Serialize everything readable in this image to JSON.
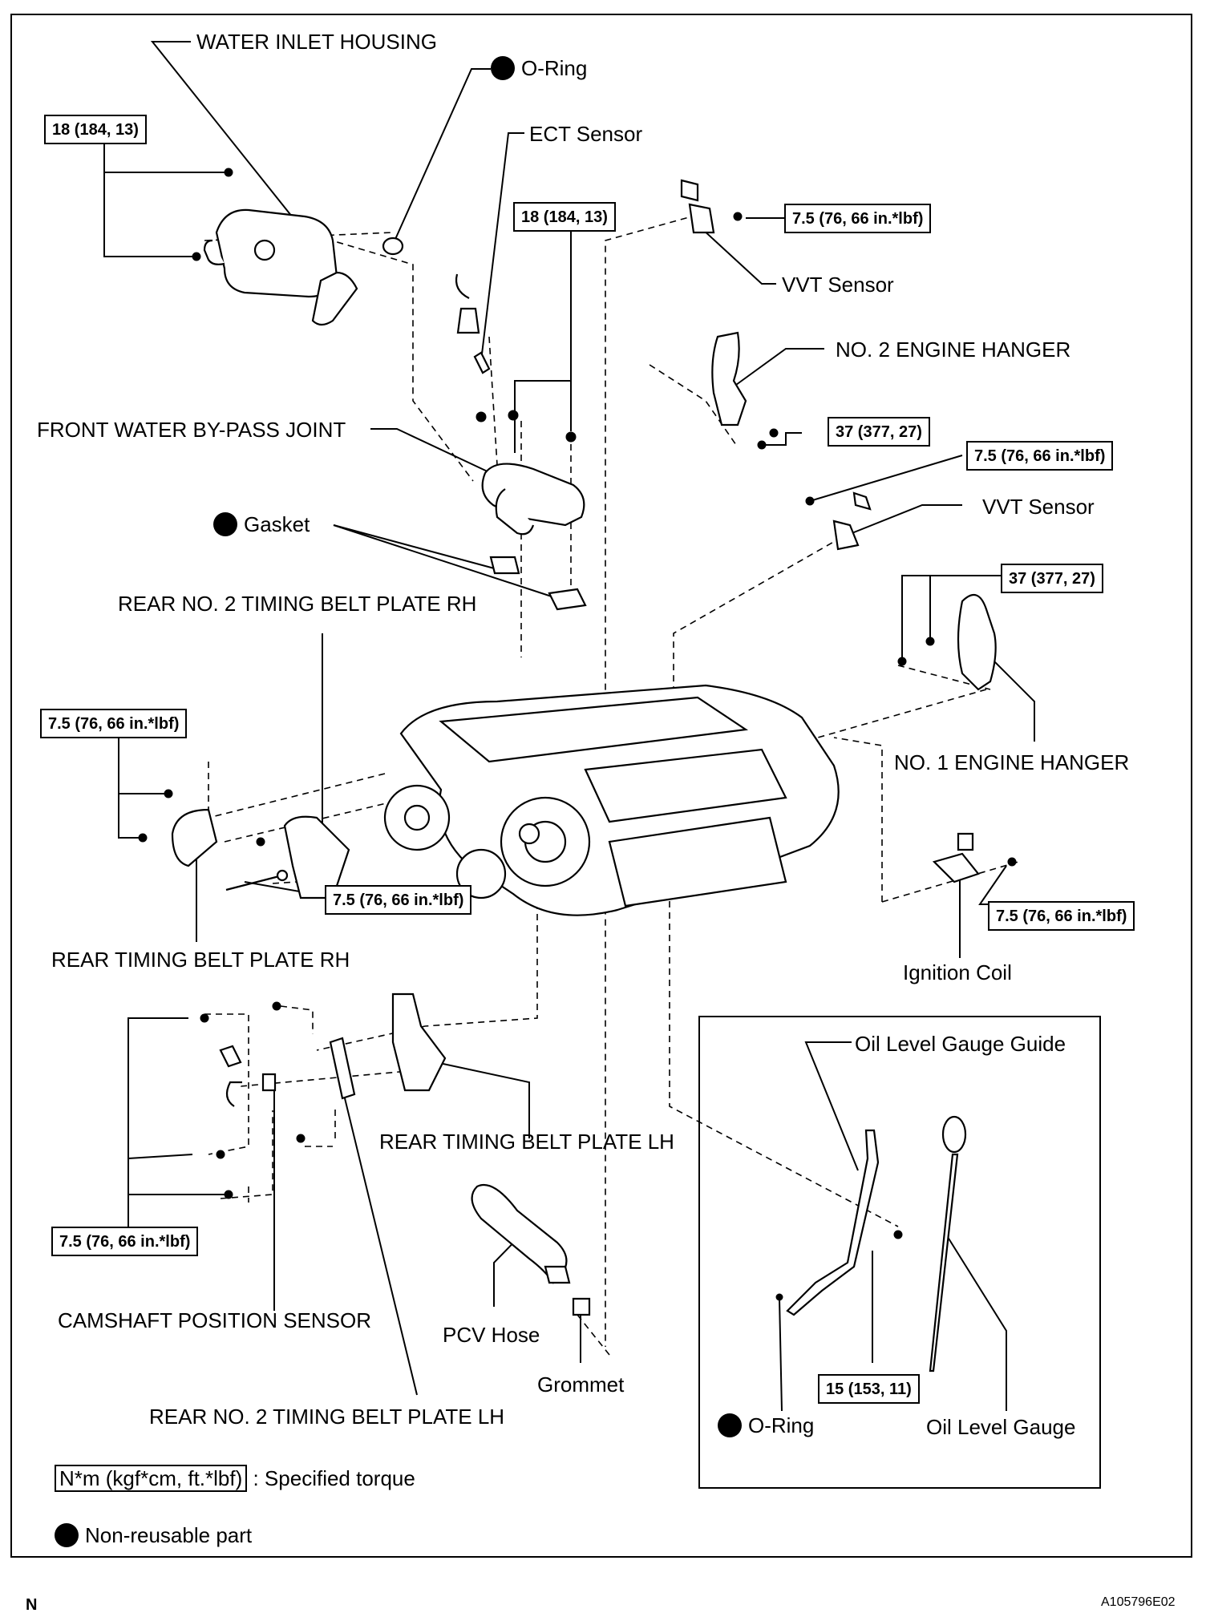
{
  "labels": {
    "water_inlet_housing": "WATER INLET HOUSING",
    "o_ring_top": "O-Ring",
    "ect_sensor": "ECT Sensor",
    "vvt_sensor_top": "VVT Sensor",
    "no2_engine_hanger": "NO. 2 ENGINE HANGER",
    "front_water_bypass_joint": "FRONT WATER BY-PASS JOINT",
    "vvt_sensor_right": "VVT Sensor",
    "gasket": "Gasket",
    "rear_no2_timing_belt_plate_rh": "REAR NO. 2 TIMING BELT PLATE RH",
    "no1_engine_hanger": "NO. 1 ENGINE HANGER",
    "rear_timing_belt_plate_rh": "REAR TIMING BELT PLATE RH",
    "ignition_coil": "Ignition Coil",
    "oil_level_gauge_guide": "Oil Level Gauge Guide",
    "rear_timing_belt_plate_lh": "REAR TIMING BELT PLATE LH",
    "camshaft_position_sensor": "CAMSHAFT POSITION SENSOR",
    "pcv_hose": "PCV Hose",
    "grommet": "Grommet",
    "rear_no2_timing_belt_plate_lh": "REAR NO. 2 TIMING BELT PLATE LH",
    "o_ring_bottom": "O-Ring",
    "oil_level_gauge": "Oil Level Gauge"
  },
  "torques": {
    "water_inlet_housing": "18 (184, 13)",
    "bypass_joint": "18 (184, 13)",
    "vvt_sensor_top": "7.5 (76, 66 in.*lbf)",
    "no2_engine_hanger": "37 (377, 27)",
    "vvt_sensor_right": "7.5 (76, 66 in.*lbf)",
    "no1_engine_hanger": "37 (377, 27)",
    "rear_timing_rh_top": "7.5 (76, 66 in.*lbf)",
    "rear_timing_rh_bottom": "7.5 (76, 66 in.*lbf)",
    "ignition_coil": "7.5 (76, 66 in.*lbf)",
    "rear_timing_lh": "7.5 (76, 66 in.*lbf)",
    "oil_level_gauge_guide": "15 (153, 11)"
  },
  "legend": {
    "torque_unit": "N*m (kgf*cm, ft.*lbf)",
    "torque_desc": ": Specified torque",
    "non_reusable": "Non-reusable part"
  },
  "footer": {
    "corner_letter": "N",
    "figure_code": "A105796E02"
  }
}
